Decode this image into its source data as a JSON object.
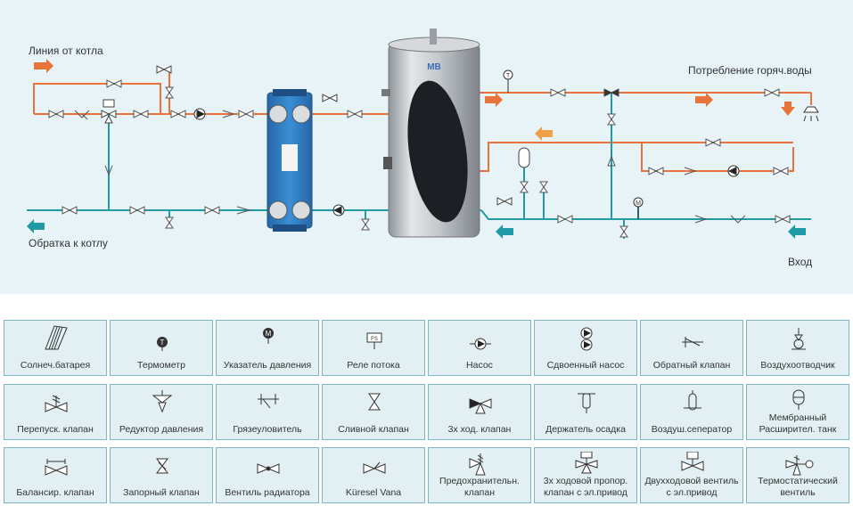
{
  "diagram": {
    "labels": {
      "boiler_supply": "Линия от котла",
      "boiler_return": "Обратка к котлу",
      "hot_water_use": "Потребление горяч.воды",
      "inlet": "Вход"
    },
    "tank_logo": "MB",
    "colors": {
      "hot_line": "#e8743b",
      "cold_line": "#1f9aa6",
      "background": "#e7f3f7",
      "exchanger": "#2f7fc1",
      "tank": "#b9bec3"
    }
  },
  "legend": {
    "cells": [
      {
        "label": "Солнеч.батарея",
        "icon": "solar-collector-icon"
      },
      {
        "label": "Термометр",
        "icon": "thermometer-icon"
      },
      {
        "label": "Указатель давления",
        "icon": "pressure-gauge-icon"
      },
      {
        "label": "Реле потока",
        "icon": "flow-switch-icon"
      },
      {
        "label": "Насос",
        "icon": "pump-icon"
      },
      {
        "label": "Сдвоенный насос",
        "icon": "twin-pump-icon"
      },
      {
        "label": "Обратный клапан",
        "icon": "check-valve-icon"
      },
      {
        "label": "Воздухоотводчик",
        "icon": "air-vent-icon"
      },
      {
        "label": "Перепуск. клапан",
        "icon": "bypass-valve-icon"
      },
      {
        "label": "Редуктор давления",
        "icon": "pressure-reducer-icon"
      },
      {
        "label": "Грязеуловитель",
        "icon": "strainer-icon"
      },
      {
        "label": "Сливной клапан",
        "icon": "drain-valve-icon"
      },
      {
        "label": "3х ход. клапан",
        "icon": "three-way-valve-icon"
      },
      {
        "label": "Держатель осадка",
        "icon": "sediment-holder-icon"
      },
      {
        "label": "Воздуш.сеператор",
        "icon": "air-separator-icon"
      },
      {
        "label": "Мембранный Расширител. танк",
        "icon": "expansion-tank-icon"
      },
      {
        "label": "Балансир. клапан",
        "icon": "balancing-valve-icon"
      },
      {
        "label": "Запорный клапан",
        "icon": "shutoff-valve-icon"
      },
      {
        "label": "Вентиль радиатора",
        "icon": "radiator-valve-icon"
      },
      {
        "label": "Küresel Vana",
        "icon": "ball-valve-icon"
      },
      {
        "label": "Предохранительн. клапан",
        "icon": "safety-valve-icon"
      },
      {
        "label": "3х ходовой пропор. клапан с эл.привод",
        "icon": "motorized-3way-valve-icon"
      },
      {
        "label": "Двухходовой вентиль с эл.привод",
        "icon": "motorized-2way-valve-icon"
      },
      {
        "label": "Термостатический вентиль",
        "icon": "thermostatic-valve-icon"
      }
    ],
    "icon_texts": {
      "thermometer": "T",
      "gauge": "M",
      "flow_switch": "FS"
    }
  }
}
